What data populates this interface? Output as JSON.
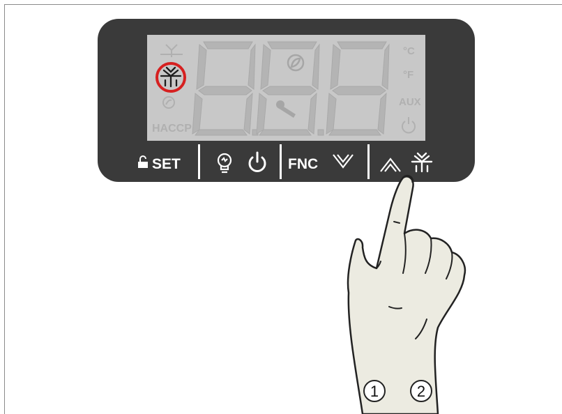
{
  "panel": {
    "buttons": {
      "set_label": "SET",
      "fnc_label": "FNC"
    },
    "display": {
      "icons": [
        "defrost-icon",
        "fan-icon",
        "haccp-label",
        "eco-leaf-icon",
        "wrench-icon",
        "celsius-label",
        "fahrenheit-label",
        "aux-label",
        "standby-icon"
      ],
      "haccp_label": "HACCP",
      "celsius_label": "°C",
      "fahrenheit_label": "°F",
      "aux_label": "AUX",
      "highlighted_icon": "defrost-icon"
    }
  },
  "callouts": {
    "step1": "1",
    "step2": "2"
  },
  "colors": {
    "panel": "#3b3b3b",
    "lcd": "#c9c9c9",
    "lcd_segment": "#b4b4b4",
    "highlight": "#d62020",
    "skin": "#ecebe1"
  }
}
